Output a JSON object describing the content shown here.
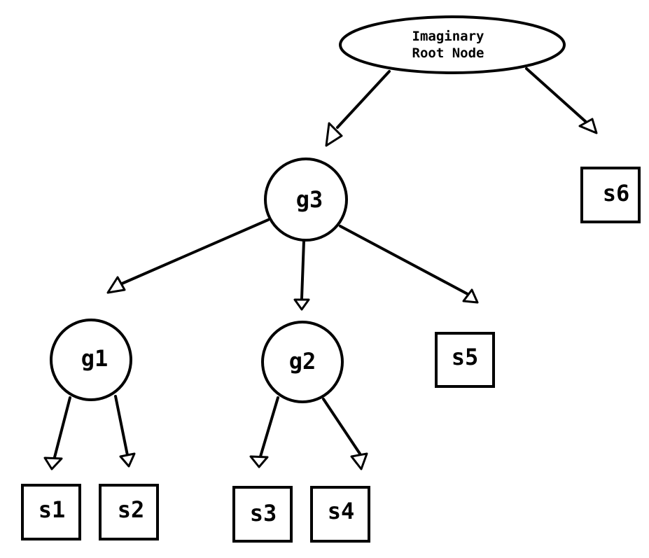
{
  "diagram": {
    "type": "tree",
    "root": {
      "line1": "Imaginary",
      "line2": "Root Node"
    },
    "nodes": {
      "g1": "g1",
      "g2": "g2",
      "g3": "g3",
      "s1": "s1",
      "s2": "s2",
      "s3": "s3",
      "s4": "s4",
      "s5": "s5",
      "s6": "s6"
    },
    "edges": [
      [
        "root",
        "g3"
      ],
      [
        "root",
        "s6"
      ],
      [
        "g3",
        "g1"
      ],
      [
        "g3",
        "g2"
      ],
      [
        "g3",
        "s5"
      ],
      [
        "g1",
        "s1"
      ],
      [
        "g1",
        "s2"
      ],
      [
        "g2",
        "s3"
      ],
      [
        "g2",
        "s4"
      ]
    ],
    "colors": {
      "stroke": "#000000",
      "fill": "#ffffff"
    }
  }
}
